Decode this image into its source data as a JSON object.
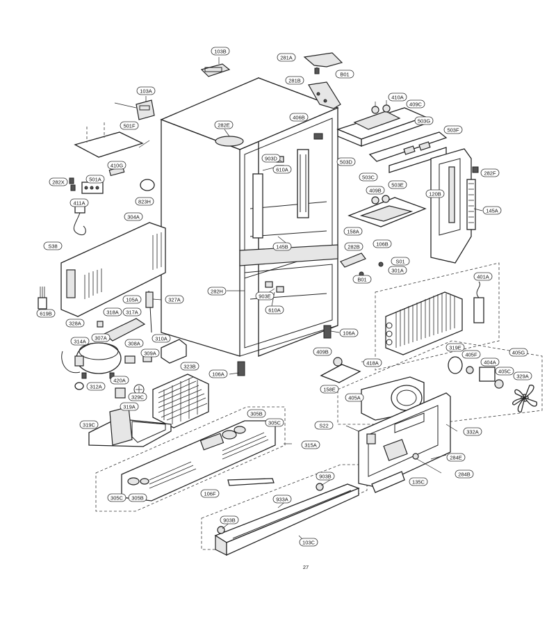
{
  "callouts": [
    {
      "id": "c-103b",
      "label": "103B"
    },
    {
      "id": "c-281a",
      "label": "281A"
    },
    {
      "id": "c-b01-top",
      "label": "B01"
    },
    {
      "id": "c-281b",
      "label": "281B"
    },
    {
      "id": "c-103a",
      "label": "103A"
    },
    {
      "id": "c-410a",
      "label": "410A"
    },
    {
      "id": "c-409c",
      "label": "409C"
    },
    {
      "id": "c-503g",
      "label": "503G"
    },
    {
      "id": "c-501f",
      "label": "501F"
    },
    {
      "id": "c-282e",
      "label": "282E"
    },
    {
      "id": "c-406b",
      "label": "406B"
    },
    {
      "id": "c-503f",
      "label": "503F"
    },
    {
      "id": "c-503d",
      "label": "503D"
    },
    {
      "id": "c-903d",
      "label": "903D"
    },
    {
      "id": "c-410g",
      "label": "410G"
    },
    {
      "id": "c-610a-top",
      "label": "610A"
    },
    {
      "id": "c-503c",
      "label": "503C"
    },
    {
      "id": "c-503e",
      "label": "503E"
    },
    {
      "id": "c-282f",
      "label": "282F"
    },
    {
      "id": "c-282x",
      "label": "282X"
    },
    {
      "id": "c-501a",
      "label": "501A"
    },
    {
      "id": "c-120b",
      "label": "120B"
    },
    {
      "id": "c-823h",
      "label": "823H"
    },
    {
      "id": "c-409b",
      "label": "409B"
    },
    {
      "id": "c-411a",
      "label": "411A"
    },
    {
      "id": "c-145a",
      "label": "145A"
    },
    {
      "id": "c-304a",
      "label": "304A"
    },
    {
      "id": "c-158a",
      "label": "158A"
    },
    {
      "id": "c-s38",
      "label": "S38"
    },
    {
      "id": "c-106b",
      "label": "106B"
    },
    {
      "id": "c-145b",
      "label": "145B"
    },
    {
      "id": "c-282b",
      "label": "282B"
    },
    {
      "id": "c-s01",
      "label": "S01"
    },
    {
      "id": "c-301a",
      "label": "301A"
    },
    {
      "id": "c-b01-mid",
      "label": "B01"
    },
    {
      "id": "c-401a",
      "label": "401A"
    },
    {
      "id": "c-282h",
      "label": "282H"
    },
    {
      "id": "c-903e",
      "label": "903E"
    },
    {
      "id": "c-105a",
      "label": "105A"
    },
    {
      "id": "c-327a",
      "label": "327A"
    },
    {
      "id": "c-610a-bot",
      "label": "610A"
    },
    {
      "id": "c-619b",
      "label": "619B"
    },
    {
      "id": "c-318a",
      "label": "318A"
    },
    {
      "id": "c-317a",
      "label": "317A"
    },
    {
      "id": "c-328a",
      "label": "328A"
    },
    {
      "id": "c-106a-right",
      "label": "106A"
    },
    {
      "id": "c-307a",
      "label": "307A"
    },
    {
      "id": "c-314a",
      "label": "314A"
    },
    {
      "id": "c-310a",
      "label": "310A"
    },
    {
      "id": "c-308a",
      "label": "308A"
    },
    {
      "id": "c-409b-low",
      "label": "409B"
    },
    {
      "id": "c-319e",
      "label": "319E"
    },
    {
      "id": "c-405g",
      "label": "405G"
    },
    {
      "id": "c-309a",
      "label": "309A"
    },
    {
      "id": "c-418a",
      "label": "418A"
    },
    {
      "id": "c-405f",
      "label": "405F"
    },
    {
      "id": "c-404a",
      "label": "404A"
    },
    {
      "id": "c-323b",
      "label": "323B"
    },
    {
      "id": "c-106a-left",
      "label": "106A"
    },
    {
      "id": "c-405c",
      "label": "405C"
    },
    {
      "id": "c-329a",
      "label": "329A"
    },
    {
      "id": "c-420a",
      "label": "420A"
    },
    {
      "id": "c-312a",
      "label": "312A"
    },
    {
      "id": "c-158e",
      "label": "158E"
    },
    {
      "id": "c-329c",
      "label": "329C"
    },
    {
      "id": "c-405a",
      "label": "405A"
    },
    {
      "id": "c-319a",
      "label": "319A"
    },
    {
      "id": "c-305b",
      "label": "305B"
    },
    {
      "id": "c-305c-top",
      "label": "305C"
    },
    {
      "id": "c-319c",
      "label": "319C"
    },
    {
      "id": "c-s22",
      "label": "S22"
    },
    {
      "id": "c-332a",
      "label": "332A"
    },
    {
      "id": "c-315a",
      "label": "315A"
    },
    {
      "id": "c-284e",
      "label": "284E"
    },
    {
      "id": "c-903b-top",
      "label": "903B"
    },
    {
      "id": "c-284b",
      "label": "284B"
    },
    {
      "id": "c-135c",
      "label": "135C"
    },
    {
      "id": "c-305c-bot",
      "label": "305C"
    },
    {
      "id": "c-305b-bot",
      "label": "305B"
    },
    {
      "id": "c-106f",
      "label": "106F"
    },
    {
      "id": "c-933a",
      "label": "933A"
    },
    {
      "id": "c-903b-bot",
      "label": "903B"
    },
    {
      "id": "c-103c",
      "label": "103C"
    }
  ],
  "page_mark": "27"
}
